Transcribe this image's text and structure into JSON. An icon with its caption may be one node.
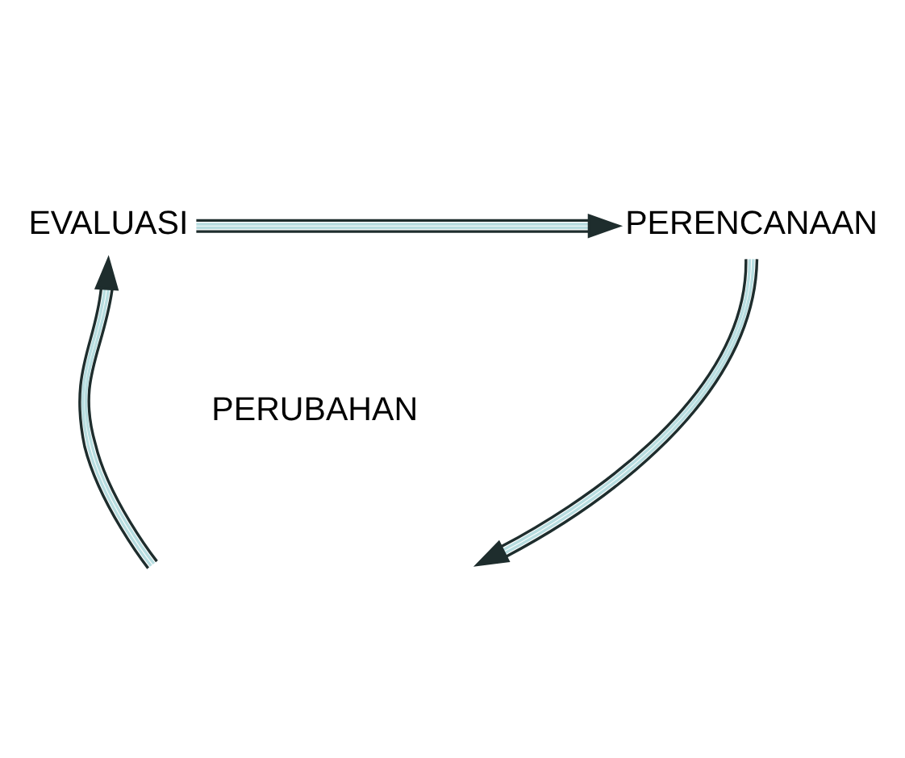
{
  "diagram": {
    "nodes": [
      {
        "text": [
          "EVALUASI"
        ]
      },
      {
        "text": [
          "PERENCANAAN"
        ]
      }
    ],
    "edges": [
      {
        "from": 0,
        "to": 1,
        "arrow": "to"
      },
      {
        "from": 1,
        "to": null,
        "arrow": "to"
      },
      {
        "from": null,
        "to": 0,
        "arrow": "to"
      }
    ],
    "labels": [
      "PERUBAHAN"
    ]
  }
}
